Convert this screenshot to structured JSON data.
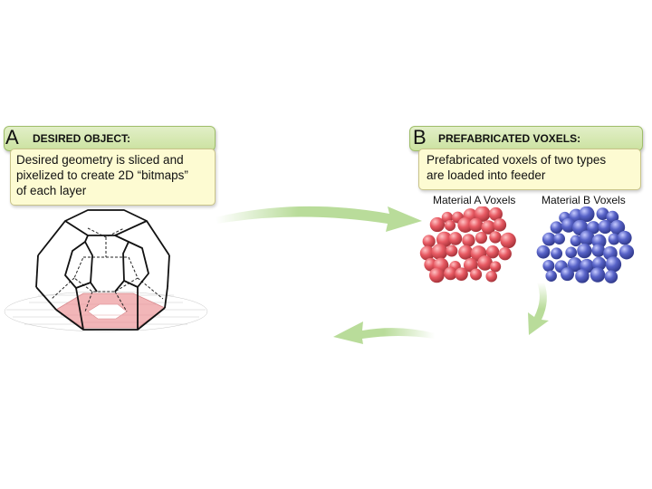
{
  "panel_a": {
    "letter": "A",
    "title": "DESIRED OBJECT:",
    "description_lines": [
      "Desired geometry is sliced and",
      "pixelized to create 2D “bitmaps”",
      "of each layer"
    ]
  },
  "panel_b": {
    "letter": "B",
    "title": "PREFABRICATED VOXELS:",
    "description_lines": [
      "Prefabricated voxels of two types",
      "are loaded into feeder"
    ]
  },
  "voxels": {
    "material_a_label": "Material A Voxels",
    "material_b_label": "Material B Voxels",
    "material_a_color": "#e85a63",
    "material_b_color": "#5863c8"
  },
  "colors": {
    "arrow_green": "#b9dc9a",
    "header_green": "#d6e8b4",
    "body_yellow": "#fdfbd2",
    "slice_pink": "#f2b6b8"
  }
}
